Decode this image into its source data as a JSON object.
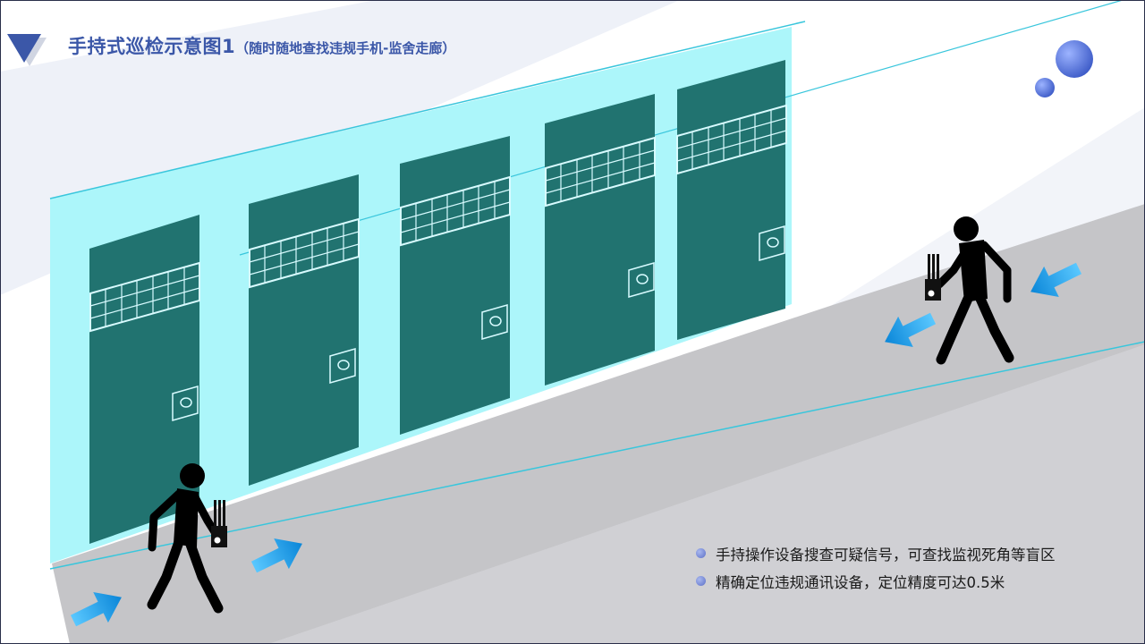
{
  "header": {
    "title": "手持式巡检示意图1",
    "subtitle": "（随时随地查找违规手机-监舍走廊）"
  },
  "bullets": [
    "手持操作设备搜查可疑信号，可查找监视死角等盲区",
    "精确定位违规通讯设备，定位精度可达0.5米"
  ],
  "colors": {
    "title": "#3b57a8",
    "wall": "#a8f6fa",
    "door": "#217370",
    "floor": "#c5c5c8",
    "arrow": "#1b9be0",
    "decor_circle": "#4e6ed6"
  },
  "icons": [
    "chevron-down-icon",
    "person-icon",
    "handheld-detector-icon",
    "arrow-icon"
  ]
}
